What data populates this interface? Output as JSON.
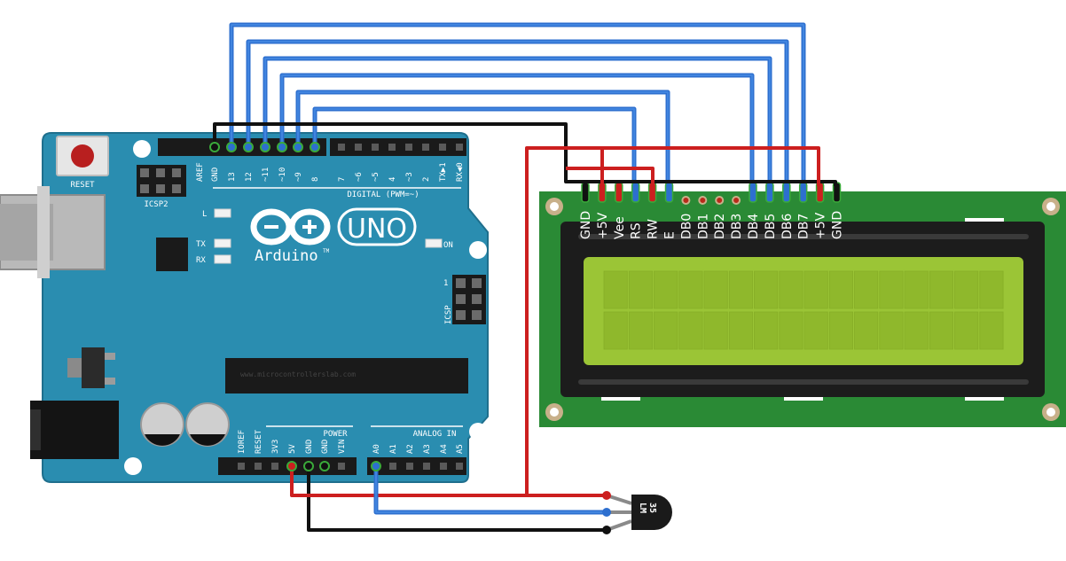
{
  "colors": {
    "board": "#2a8db0",
    "board_dark": "#1f6f8d",
    "lcd_pcb": "#2a8a35",
    "lcd_glass": "#9bc536",
    "lcd_cell": "#8fb82c",
    "wire_blue": "#2d6fcf",
    "wire_red": "#cc1f1f",
    "wire_black": "#111111"
  },
  "arduino": {
    "reset_label": "RESET",
    "icsp2_label": "ICSP2",
    "aref_label": "AREF",
    "digital_label": "DIGITAL (PWM=~)",
    "led_l_label": "L",
    "tx_label": "TX",
    "rx_label": "RX",
    "on_label": "ON",
    "uno_label": "UNO",
    "brand_label": "Arduino",
    "brand_tm": "TM",
    "icsp_label": "ICSP",
    "icsp_pin1": "1",
    "power_label": "POWER",
    "analog_label": "ANALOG IN",
    "watermark": "www.microcontrollerslab.com",
    "digital_pins": [
      "GND",
      "13",
      "12",
      "~11",
      "~10",
      "~9",
      "8",
      "7",
      "~6",
      "~5",
      "4",
      "~3",
      "2",
      "TX▶1",
      "RX◀0"
    ],
    "power_pins": [
      "IOREF",
      "RESET",
      "3V3",
      "5V",
      "GND",
      "GND",
      "VIN"
    ],
    "analog_pins": [
      "A0",
      "A1",
      "A2",
      "A3",
      "A4",
      "A5"
    ]
  },
  "lcd": {
    "pins": [
      "GND",
      "+5V",
      "Vee",
      "RS",
      "RW",
      "E",
      "DB0",
      "DB1",
      "DB2",
      "DB3",
      "DB4",
      "DB5",
      "DB6",
      "DB7",
      "+5V",
      "GND"
    ],
    "rows": 2,
    "cols": 16
  },
  "sensor": {
    "label_line1": "LM",
    "label_line2": "35"
  }
}
